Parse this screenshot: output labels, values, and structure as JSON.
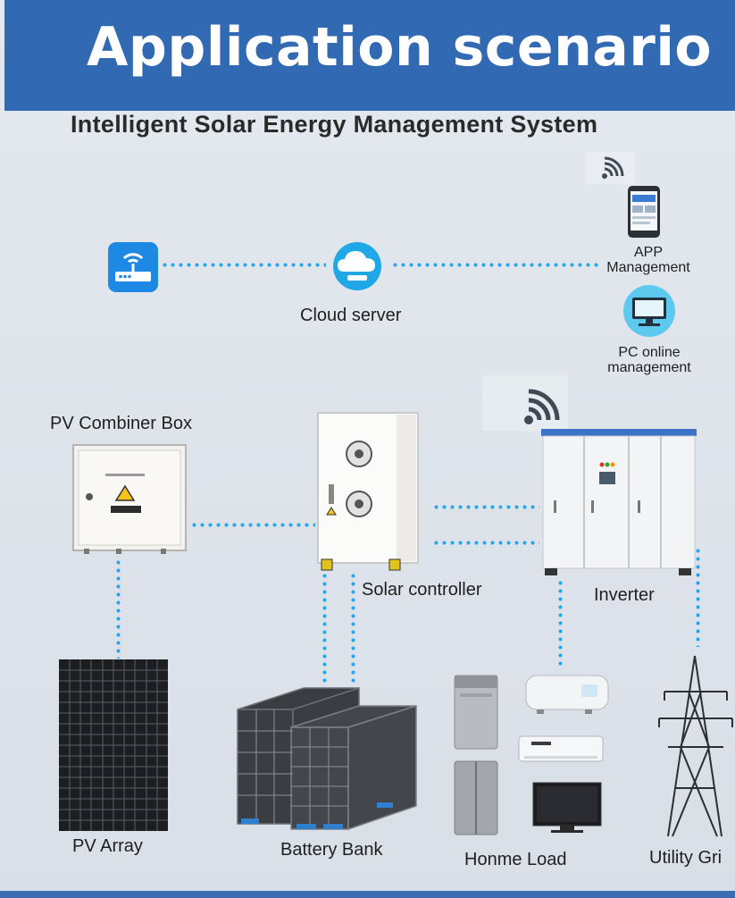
{
  "header": {
    "title": "Application scenario"
  },
  "diagram": {
    "subtitle": "Intelligent Solar Energy Management System",
    "nodes": {
      "router": {
        "icon": "router-icon"
      },
      "cloud": {
        "label": "Cloud server",
        "icon": "cloud-server-icon"
      },
      "app": {
        "label_line1": "APP",
        "label_line2": "Management",
        "icon": "smartphone-icon"
      },
      "pc": {
        "label_line1": "PC online",
        "label_line2": "management",
        "icon": "monitor-icon"
      },
      "combiner": {
        "label": "PV Combiner Box"
      },
      "controller": {
        "label": "Solar controller"
      },
      "inverter": {
        "label": "Inverter"
      },
      "pv_array": {
        "label": "PV Array"
      },
      "battery": {
        "label": "Battery Bank"
      },
      "home_load": {
        "label": "Honme Load"
      },
      "utility_grid": {
        "label": "Utility Gri"
      }
    },
    "colors": {
      "banner": "#316ab3",
      "connector": "#27a6ee",
      "icon_blue": "#1e88e5"
    }
  }
}
